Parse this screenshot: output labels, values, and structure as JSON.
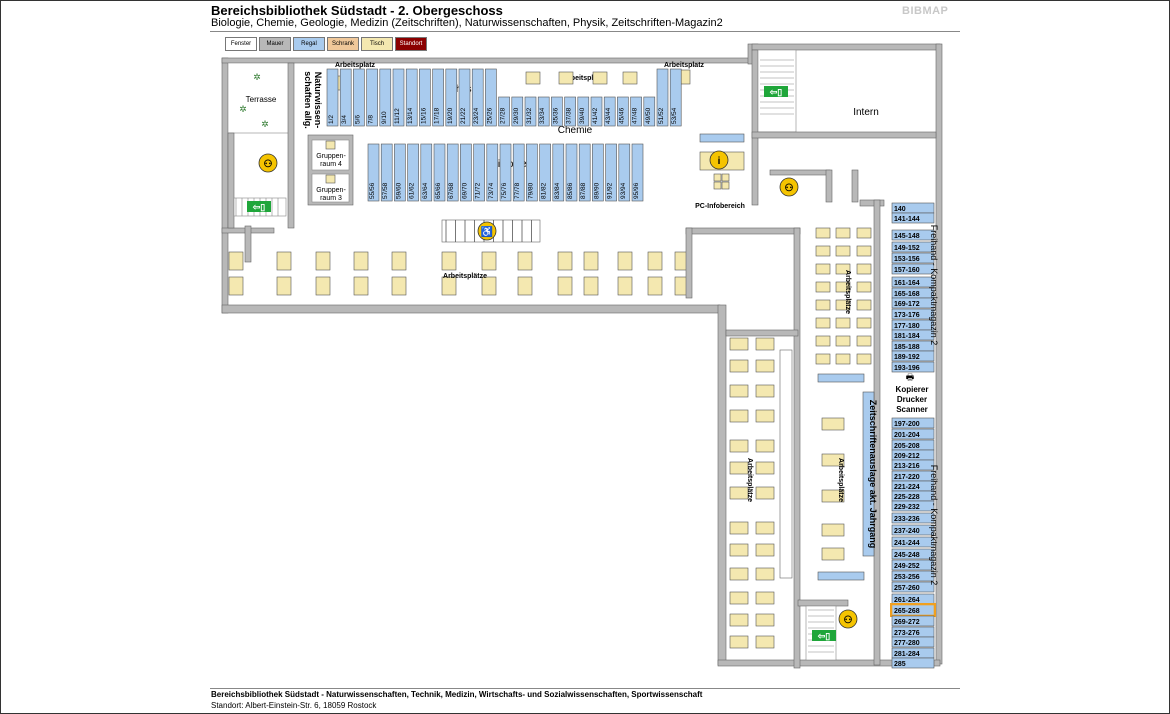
{
  "header": {
    "title": "Bereichsbibliothek Südstadt - 2. Obergeschoss",
    "subtitle": "Biologie, Chemie, Geologie, Medizin (Zeitschriften), Naturwissenschaften, Physik, Zeitschriften-Magazin2",
    "brand": "BIBMAP"
  },
  "legend": [
    {
      "label": "Fenster",
      "color": "#ffffff",
      "text_color": "#000000"
    },
    {
      "label": "Mauer",
      "color": "#b8b8b8",
      "text_color": "#000000"
    },
    {
      "label": "Regal",
      "color": "#a9cbee",
      "text_color": "#000000"
    },
    {
      "label": "Schrank",
      "color": "#f0c89a",
      "text_color": "#000000"
    },
    {
      "label": "Tisch",
      "color": "#f4e8b0",
      "text_color": "#000000"
    },
    {
      "label": "Standort",
      "color": "#8b0000",
      "text_color": "#ffffff"
    }
  ],
  "colors": {
    "wall": "#b8b8b8",
    "shelf": "#a9cbee",
    "cabinet": "#f0c89a",
    "table": "#f4e8b0",
    "location": "#8b0000",
    "highlight": "#f0a020",
    "exit": "#1fa63a"
  },
  "rooms": {
    "terrasse": "Terrasse",
    "intern": "Intern",
    "gruppenraum_4": [
      "Gruppen-",
      "raum 4"
    ],
    "gruppenraum_3": [
      "Gruppen-",
      "raum 3"
    ],
    "pc_infobereich": "PC-Infobereich",
    "kopierer": [
      "Kopierer",
      "Drucker",
      "Scanner"
    ]
  },
  "sections": {
    "physik": "Physik",
    "chemie": "Chemie",
    "biologie": "Biologie",
    "geologie": "Geologie",
    "naturwissenschaften": [
      "Naturwissen-",
      "schaften allg."
    ],
    "arbeitsplaetze_top_left": "Arbeitsplatz",
    "arbeitsplaetze_top_mid": "Arbeitsplätze",
    "arbeitsplaetze_top_right": "Arbeitsplatz",
    "arbeitsplaetze_corridor": "Arbeitsplätze",
    "arbeitsplaetze_east": "Arbeitsplätze",
    "arbeitsplaetze_south_left": "Arbeitsplätze",
    "arbeitsplaetze_south_right": "Arbeitsplätze",
    "zeitschriftenauslage": "Zeitschriftenauslage akt. Jahrgang",
    "freihand_top": "Freihand - Kompaktmagazin 2",
    "freihand_bottom": "Freihand - Kompaktmagazin 2"
  },
  "shelves_top": [
    "1/2",
    "3/4",
    "5/6",
    "7/8",
    "9/10",
    "11/12",
    "13/14",
    "15/16",
    "17/18",
    "19/20",
    "21/22",
    "23/24",
    "25/26",
    "27/28",
    "29/30",
    "31/32",
    "33/34",
    "35/36",
    "37/38",
    "39/40",
    "41/42",
    "43/44",
    "45/46",
    "47/48",
    "49/50",
    "51/52",
    "53/54"
  ],
  "shelves_bottom": [
    "55/56",
    "57/58",
    "59/60",
    "61/62",
    "63/64",
    "65/66",
    "67/68",
    "69/70",
    "71/72",
    "73/74",
    "75/76",
    "77/78",
    "79/80",
    "81/82",
    "83/84",
    "85/86",
    "87/88",
    "89/90",
    "91/92",
    "93/94",
    "95/96"
  ],
  "compact_magazine": [
    "140",
    "141-144",
    "145-148",
    "149-152",
    "153-156",
    "157-160",
    "161-164",
    "165-168",
    "169-172",
    "173-176",
    "177-180",
    "181-184",
    "185-188",
    "189-192",
    "193-196",
    "197-200",
    "201-204",
    "205-208",
    "209-212",
    "213-216",
    "217-220",
    "221-224",
    "225-228",
    "229-232",
    "233-236",
    "237-240",
    "241-244",
    "245-248",
    "249-252",
    "253-256",
    "257-260",
    "261-264",
    "265-268",
    "269-272",
    "273-276",
    "277-280",
    "281-284",
    "285"
  ],
  "highlighted_shelf": "265-268",
  "footer": {
    "line1": "Bereichsbibliothek Südstadt - Naturwissenschaften, Technik, Medizin, Wirtschafts- und Sozialwissenschaften, Sportwissenschaft",
    "line2": "Standort: Albert-Einstein-Str. 6, 18059 Rostock"
  }
}
